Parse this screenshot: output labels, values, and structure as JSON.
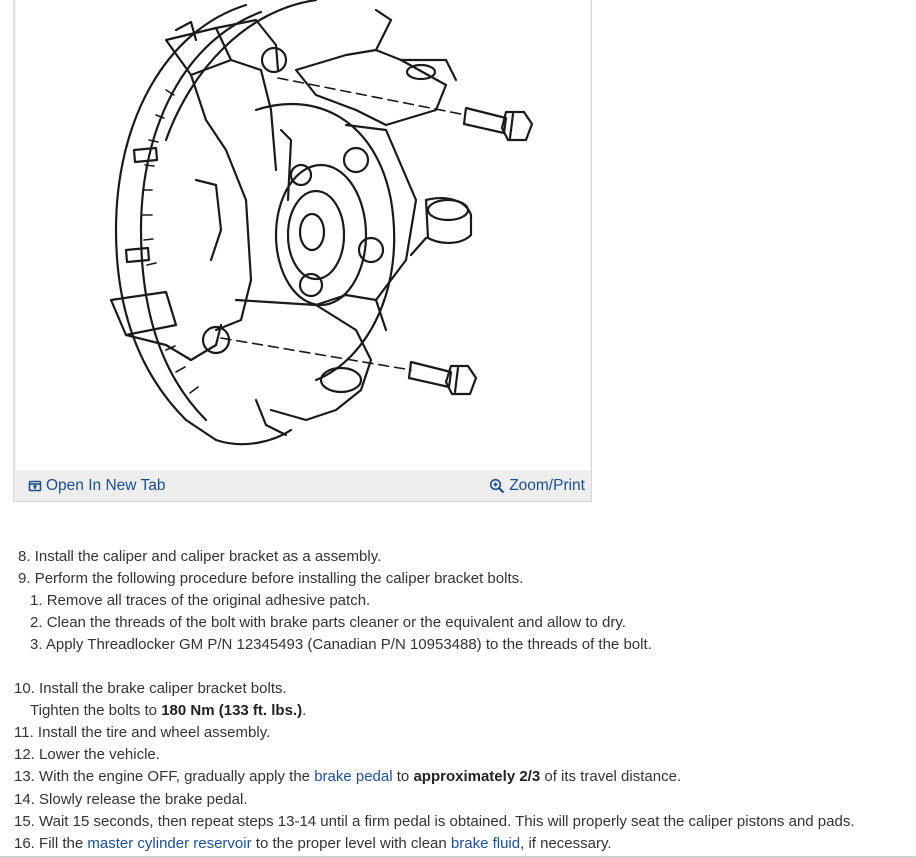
{
  "figure": {
    "open_tab_label": "Open In New Tab",
    "zoom_print_label": "Zoom/Print",
    "icons": {
      "open": "open-new-tab-icon",
      "zoom": "zoom-magnifier-icon"
    }
  },
  "steps": [
    {
      "num": "8.",
      "parts": [
        {
          "t": "Install the caliper and caliper bracket as a assembly."
        }
      ]
    },
    {
      "num": "9.",
      "parts": [
        {
          "t": "Perform the following procedure before installing the caliper bracket bolts."
        }
      ]
    },
    {
      "num": "1.",
      "parts": [
        {
          "t": "Remove all traces of the original adhesive patch."
        }
      ]
    },
    {
      "num": "2.",
      "parts": [
        {
          "t": "Clean the threads of the bolt with brake parts cleaner or the equivalent and allow to dry."
        }
      ]
    },
    {
      "num": "3.",
      "parts": [
        {
          "t": "Apply Threadlocker GM P/N 12345493 (Canadian P/N 10953488) to the threads of the bolt."
        }
      ]
    },
    {
      "num": "10.",
      "parts": [
        {
          "t": "Install the brake caliper bracket bolts."
        }
      ]
    },
    {
      "num": "",
      "parts": [
        {
          "t": "Tighten the bolts to "
        },
        {
          "t": "180 Nm (133 ft. lbs.)",
          "b": true
        },
        {
          "t": "."
        }
      ]
    },
    {
      "num": "11.",
      "parts": [
        {
          "t": "Install the tire and wheel assembly."
        }
      ]
    },
    {
      "num": "12.",
      "parts": [
        {
          "t": "Lower the vehicle."
        }
      ]
    },
    {
      "num": "13.",
      "parts": [
        {
          "t": "With the engine OFF, gradually apply the "
        },
        {
          "t": "brake pedal",
          "link": true
        },
        {
          "t": " to "
        },
        {
          "t": "approximately 2/3",
          "b": true
        },
        {
          "t": " of its travel distance."
        }
      ]
    },
    {
      "num": "14.",
      "parts": [
        {
          "t": "Slowly release the brake pedal."
        }
      ]
    },
    {
      "num": "15.",
      "parts": [
        {
          "t": "Wait 15 seconds, then repeat steps 13-14 until a firm pedal is obtained. This will properly seat the caliper pistons and pads."
        }
      ]
    },
    {
      "num": "16.",
      "parts": [
        {
          "t": "Fill the "
        },
        {
          "t": "master cylinder reservoir",
          "link": true
        },
        {
          "t": " to the proper level with clean "
        },
        {
          "t": "brake fluid",
          "link": true
        },
        {
          "t": ", if necessary."
        }
      ]
    }
  ],
  "colors": {
    "link": "#1c4f8c",
    "text": "#333333",
    "bar": "#eeeeee"
  }
}
